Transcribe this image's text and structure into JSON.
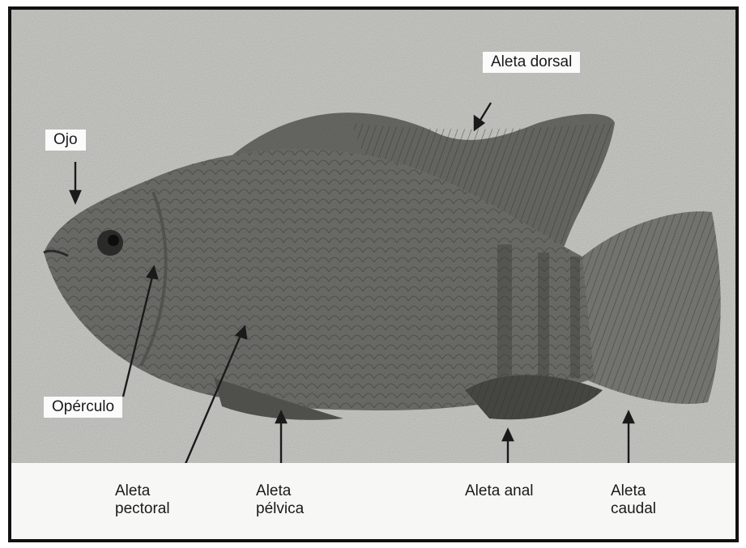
{
  "diagram": {
    "labels": {
      "ojo": "Ojo",
      "aleta_dorsal": "Aleta dorsal",
      "operculo": "Opérculo",
      "aleta_pectoral": [
        "Aleta",
        "pectoral"
      ],
      "aleta_pelvica": [
        "Aleta",
        "pélvica"
      ],
      "aleta_anal": "Aleta anal",
      "aleta_caudal": [
        "Aleta",
        "caudal"
      ]
    },
    "colors": {
      "photo_background": "#c9c9c5",
      "fish_body": "#6f6f6b",
      "fish_dark": "#3e3e3b",
      "frame": "#111111"
    }
  }
}
